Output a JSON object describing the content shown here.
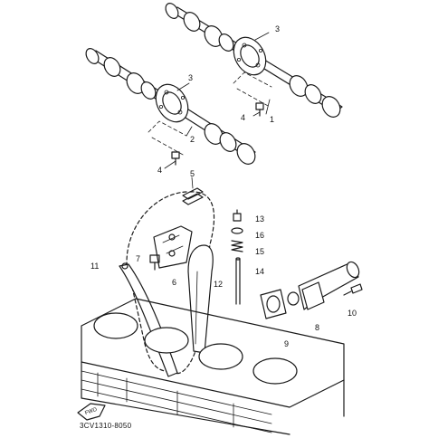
{
  "diagram": {
    "part_numbers": {
      "p1": "1",
      "p2": "2",
      "p3a": "3",
      "p3b": "3",
      "p4a": "4",
      "p4b": "4",
      "p5": "5",
      "p6": "6",
      "p7": "7",
      "p8": "8",
      "p9": "9",
      "p10": "10",
      "p11": "11",
      "p12": "12",
      "p13": "13",
      "p14": "14",
      "p15": "15",
      "p16": "16"
    },
    "front_marker": "FWD",
    "drawing_code": "3CV1310-8050"
  }
}
